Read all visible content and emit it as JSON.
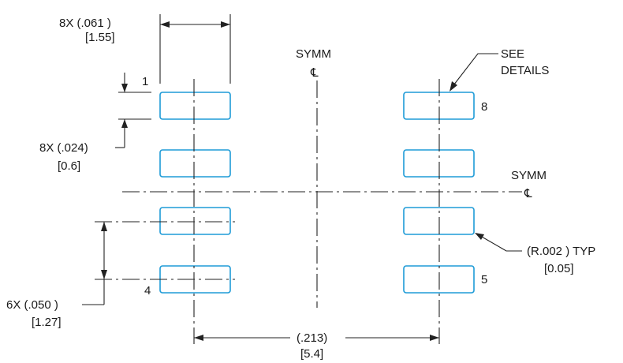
{
  "labels": {
    "pad_width_in": "8X (.061 )",
    "pad_width_mm": "[1.55]",
    "pad_height_in": "8X (.024)",
    "pad_height_mm": "[0.6]",
    "pitch_in": "6X (.050 )",
    "pitch_mm": "[1.27]",
    "span_in": "(.213)",
    "span_mm": "[5.4]",
    "symm_top": "SYMM",
    "symm_right": "SYMM",
    "centerline_symbol": "℄",
    "see_details_1": "SEE",
    "see_details_2": "DETAILS",
    "radius_in": "(R.002 ) TYP",
    "radius_mm": "[0.05]",
    "pin_1": "1",
    "pin_4": "4",
    "pin_5": "5",
    "pin_8": "8"
  },
  "colors": {
    "pad_outline": "#1e9bd7",
    "line": "#222222"
  }
}
